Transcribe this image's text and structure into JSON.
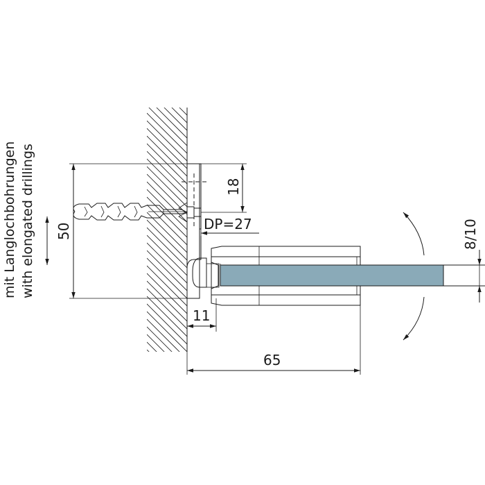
{
  "labels": {
    "note_line1": "mit Langlochbohrungen",
    "note_line2": "with elongated drillings"
  },
  "dimensions": {
    "height_total": "50",
    "anchor_offset": "18",
    "drill_depth": "DP=27",
    "wall_gap": "11",
    "width_total": "65",
    "glass_thickness": "8/10"
  },
  "colors": {
    "glass": "#8aaab8",
    "line": "#1a1a1a"
  }
}
